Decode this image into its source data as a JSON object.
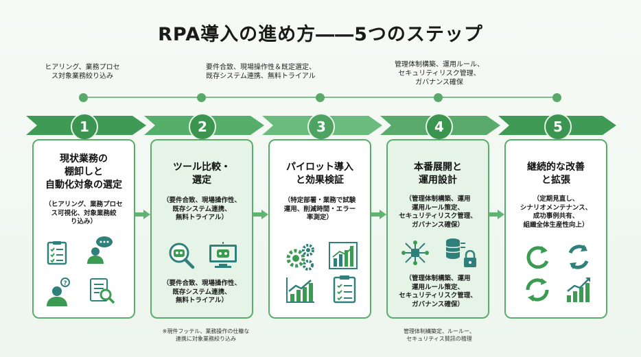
{
  "title": "RPA導入の進め方――5つのステップ",
  "top_notes": [
    "ヒアリング、業務プロセ\nス対象業務絞り込み",
    "要件合致、現場操作性＆既定選定、\n既存システム連携、無料トライアル",
    "管理体制構築、運用ルール、\nセキュリティリスク管理、\nガバナンス確保"
  ],
  "steps": [
    {
      "number": "1",
      "title": "現状業務の\n棚卸しと\n自動化対象の選定",
      "desc": "（ヒアリング、業務プロセ\nス可視化、対象業務絞\nり込み）",
      "desc2": ""
    },
    {
      "number": "2",
      "title": "ツール比較・\n選定",
      "desc": "（要件合致、現場操作性、\n既存システム連携、\n無料トライアル）",
      "desc2": "（要件合致、現場操作性、\n既存システム連携、\n無料トライアル）"
    },
    {
      "number": "3",
      "title": "パイロット導入\nと効果検証",
      "desc": "（特定部署・業務で試験\n運用、削減時間・エラー\n率測定）",
      "desc2": ""
    },
    {
      "number": "4",
      "title": "本番展開と\n運用設計",
      "desc": "（管理体制構築、運用\n運用ルール策定、\nセキュリティリスク管理、\nガバナンス確保）",
      "desc2": "（管理体制構築、運用\n運用ルール策定、\nセキュリティリスク管理、\nガバナンス確保）"
    },
    {
      "number": "5",
      "title": "継続的な改善\nと拡張",
      "desc": "（定期見直し、\nシナリオメンテナンス、\n成功事例共有、\n組織全体生産性向上）",
      "desc2": ""
    }
  ],
  "footnotes": [
    "※現件フッテル、業務操作の仕糠な\n連携に対象業務絞り込み",
    "管理体制構築定、ルールー、\nセキュリティス賛訊の稽理"
  ],
  "icons": {
    "step1": [
      "checklist-icon",
      "speech-person-icon",
      "question-person-icon",
      "document-search-icon"
    ],
    "step2": [
      "robot-search-icon",
      "robot-monitor-icon"
    ],
    "step3": [
      "gears-icon",
      "bar-chart-icon",
      "growth-chart-icon",
      "clipboard-check-icon"
    ],
    "step4": [
      "network-icon",
      "database-icon",
      "lock-icon"
    ],
    "step5": [
      "refresh-icon",
      "cycle-icon",
      "sync-icon",
      "growth-bars-icon"
    ]
  },
  "colors": {
    "chevron1": "#3f9a55",
    "chevron2": "#56ae6b",
    "chevron3": "#6cbb7e",
    "chevron4": "#5aaa6b",
    "chevron5": "#3f9a55",
    "accent": "#2e8b45",
    "icon_teal": "#2f7f7a"
  }
}
